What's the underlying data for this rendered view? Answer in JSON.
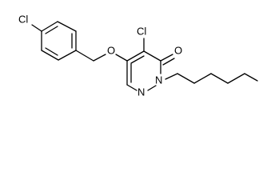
{
  "structure": {
    "atoms": {
      "cl_aryl": "Cl",
      "oxygen_ether": "O",
      "cl_ring": "Cl",
      "oxygen_carbonyl": "O",
      "nitrogen_n1": "N",
      "nitrogen_n2": "N"
    },
    "colors": {
      "bond": "#000000",
      "label": "#000000",
      "background": "#ffffff"
    }
  }
}
